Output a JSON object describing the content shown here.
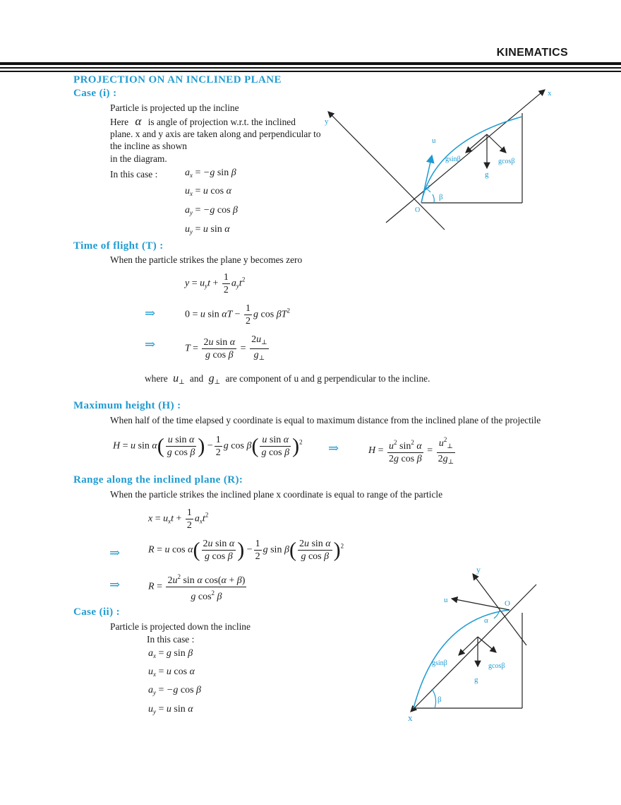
{
  "header": {
    "title": "KINEMATICS"
  },
  "sections": {
    "title": "PROJECTION ON AN INCLINED PLANE",
    "case1": "Case (i) :",
    "time": "Time of flight (T) :",
    "height": "Maximum height (H) :",
    "range": "Range along the inclined plane (R):",
    "case2": "Case (ii) :"
  },
  "case1": {
    "line1": "Particle is projected up the incline",
    "line2a": "Here",
    "line2b": "is angle of projection w.r.t. the inclined",
    "line3": "plane. x and y axis are taken along and perpendicular to",
    "line4": "the incline as shown",
    "line5": "in the diagram.",
    "in_this_case": "In this case :"
  },
  "time_text": "When the particle strikes the plane y becomes zero",
  "where": {
    "a": "where",
    "and": "and",
    "b": "are component of u and g perpendicular to the incline."
  },
  "height_text": "When half of the time elapsed y coordinate is equal to maximum distance from the inclined plane of the projectile",
  "range_text": "When the particle strikes the inclined plane x coordinate is equal to range of the particle",
  "case2": {
    "line1": "Particle is projected down the incline",
    "in_this_case": "In this case :"
  },
  "symbols": {
    "implies": "⇒"
  },
  "diagram1": {
    "x": "x",
    "y": "y",
    "u": "u",
    "alpha": "α",
    "beta": "β",
    "origin": "O",
    "gsin": "gsinβ",
    "gcos": "gcosβ",
    "g": "g"
  },
  "diagram2": {
    "x": "x",
    "y": "y",
    "u": "u",
    "alpha": "α",
    "beta": "β",
    "origin": "O",
    "gsin": "gsinβ",
    "gcos": "gcosβ",
    "g": "g"
  },
  "colors": {
    "accent": "#1f9bd1",
    "text": "#1a1a1a"
  }
}
